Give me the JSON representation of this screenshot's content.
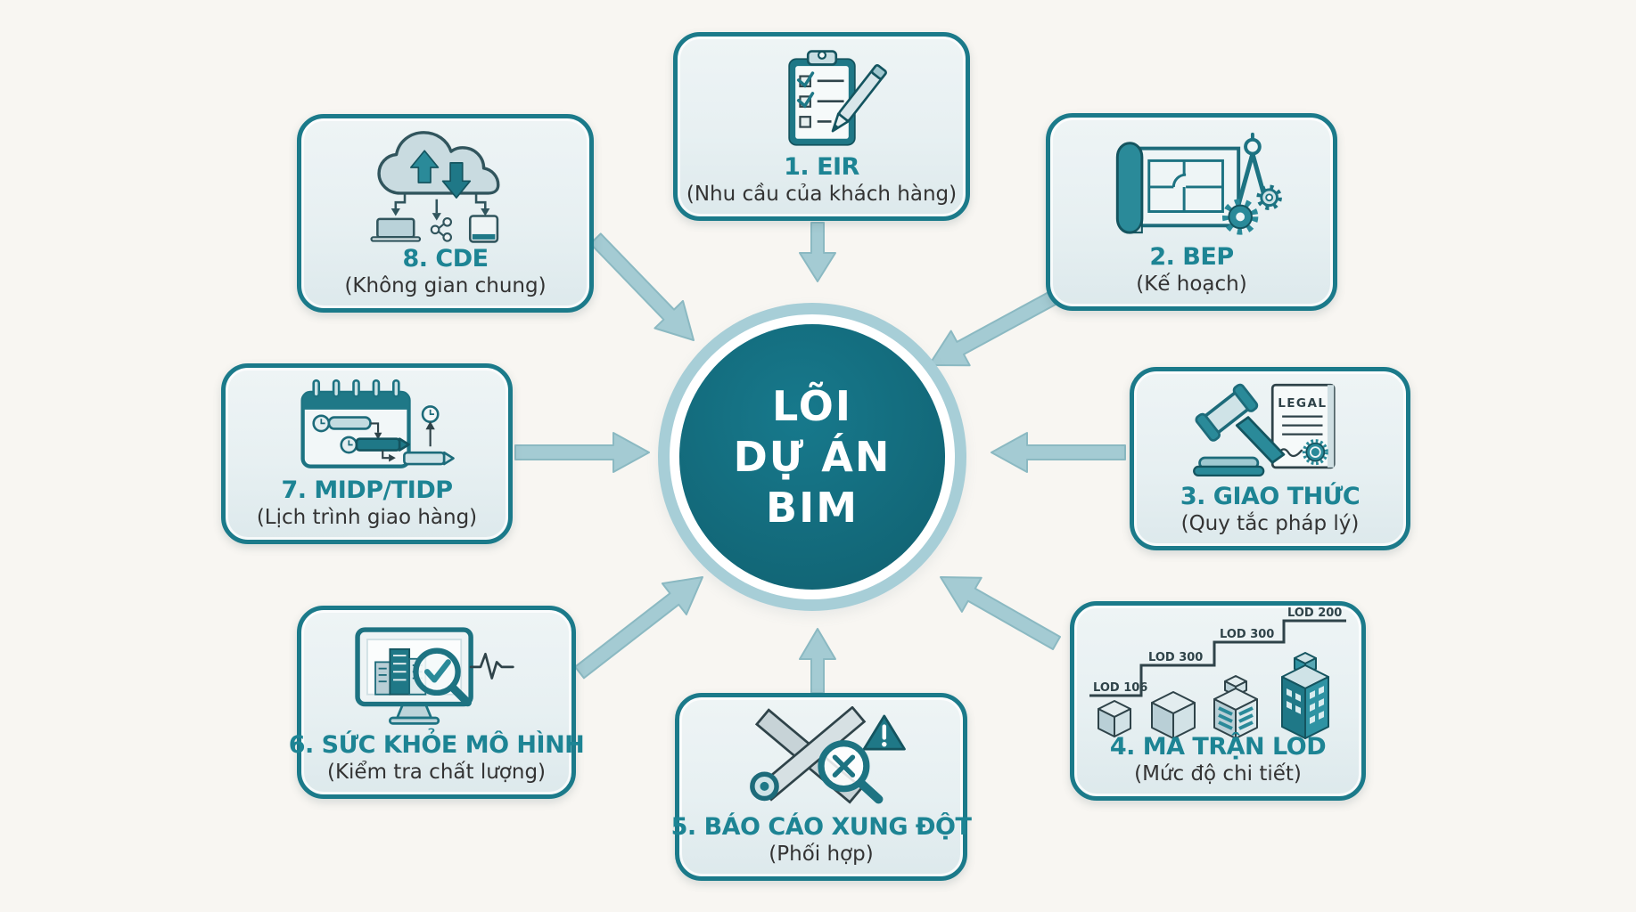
{
  "diagram": {
    "background": "#f8f6f2",
    "palette": {
      "core_fill": "#136a7b",
      "ring_color": "#a7ced7",
      "box_border": "#1b7a8a",
      "box_fill": "#e9f1f3",
      "title_color": "#1d8494",
      "subtitle_color": "#333333",
      "arrow_color": "#a4cbd3"
    }
  },
  "core": {
    "lines": [
      "LÕI",
      "DỰ ÁN",
      "BIM"
    ]
  },
  "nodes": [
    {
      "id": "eir",
      "title": "1. EIR",
      "subtitle": "(Nhu cầu của khách hàng)",
      "icon": "clipboard-checklist-icon"
    },
    {
      "id": "bep",
      "title": "2. BEP",
      "subtitle": "(Kế hoạch)",
      "icon": "blueprint-compass-gears-icon"
    },
    {
      "id": "giao-thuc",
      "title": "3. GIAO THỨC",
      "subtitle": "(Quy tắc pháp lý)",
      "icon": "gavel-legal-document-icon",
      "icon_text": "LEGAL"
    },
    {
      "id": "ma-tran-lod",
      "title": "4. MA TRẬN LOD",
      "subtitle": "(Mức độ chi tiết)",
      "icon": "lod-buildings-icon",
      "lod_labels": [
        "LOD 106",
        "LOD 300",
        "LOD 300",
        "LOD 200"
      ]
    },
    {
      "id": "bao-cao-xung-dot",
      "title": "5. BÁO CÁO XUNG ĐỘT",
      "subtitle": "(Phối hợp)",
      "icon": "clash-detection-icon"
    },
    {
      "id": "suc-khoe-mo-hinh",
      "title": "6. SỨC KHỎE MÔ HÌNH",
      "subtitle": "(Kiểm tra chất lượng)",
      "icon": "model-health-monitor-icon"
    },
    {
      "id": "midp-tidp",
      "title": "7. MIDP/TIDP",
      "subtitle": "(Lịch trình giao hàng)",
      "icon": "calendar-gantt-icon"
    },
    {
      "id": "cde",
      "title": "8. CDE",
      "subtitle": "(Không gian chung)",
      "icon": "cloud-sync-devices-icon"
    }
  ]
}
